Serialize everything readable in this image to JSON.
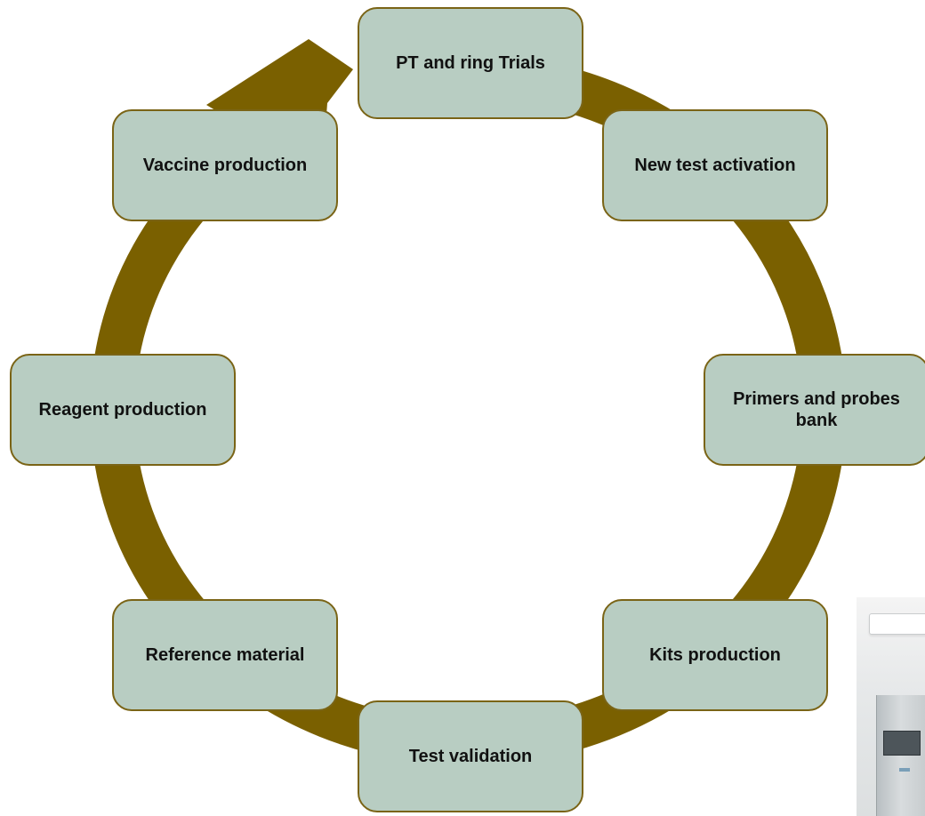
{
  "diagram": {
    "ring_color": "#7a6000",
    "node_fill": "#b8cdc2",
    "node_border": "#7a6416",
    "nodes": [
      {
        "id": "pt",
        "label": "PT and ring Trials"
      },
      {
        "id": "newtest",
        "label": "New test activation"
      },
      {
        "id": "primers",
        "label": "Primers and probes bank"
      },
      {
        "id": "kits",
        "label": "Kits production"
      },
      {
        "id": "testval",
        "label": "Test validation"
      },
      {
        "id": "refmat",
        "label": "Reference material"
      },
      {
        "id": "reagent",
        "label": "Reagent production"
      },
      {
        "id": "vaccine",
        "label": "Vaccine production"
      }
    ]
  }
}
